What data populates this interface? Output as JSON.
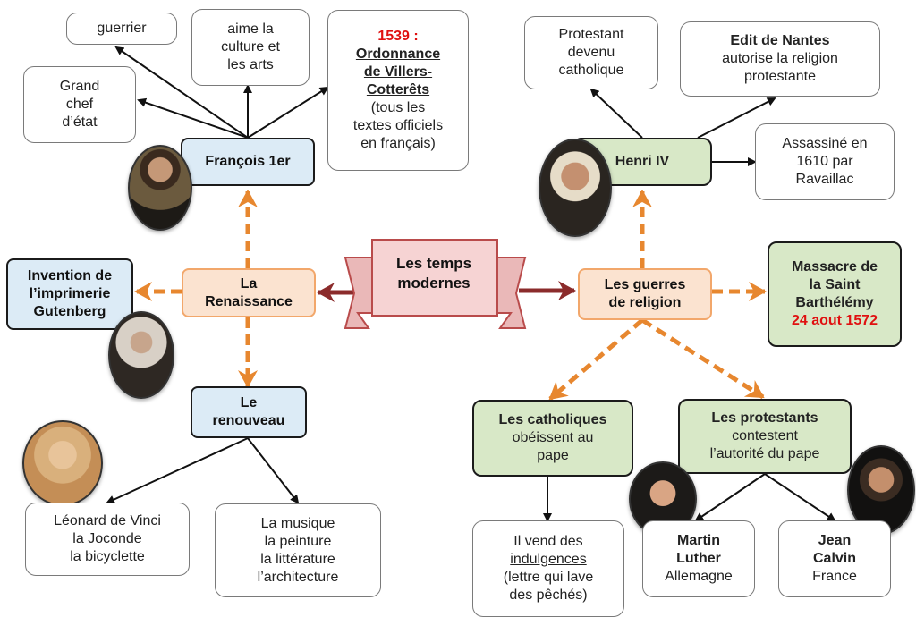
{
  "colors": {
    "orange": "#e7872f",
    "maroon": "#8b2b2b",
    "banner_fill": "#f6d3d3",
    "banner_stroke": "#b94b4b",
    "blue": "#dcebf6",
    "green": "#d8e8c7",
    "peach": "#fbe3d0",
    "date_red": "#e01010"
  },
  "center": {
    "line1": "Les temps",
    "line2": "modernes"
  },
  "renaissance": {
    "label_1": "La",
    "label_2": "Renaissance",
    "imprimerie": [
      "Invention de",
      "l’imprimerie",
      "Gutenberg"
    ],
    "renouveau": [
      "Le",
      "renouveau"
    ],
    "leonard": [
      "Léonard de Vinci",
      "la Joconde",
      "la bicyclette"
    ],
    "arts": [
      "La musique",
      "la peinture",
      "la littérature",
      "l’architecture"
    ]
  },
  "francois": {
    "name": "François 1er",
    "guerrier": "guerrier",
    "culture": [
      "aime la",
      "culture et",
      "les arts"
    ],
    "chef": [
      "Grand",
      "chef",
      "d’état"
    ],
    "ordonnance": {
      "year": "1539 :",
      "title": [
        "Ordonnance",
        "de Villers-",
        "Cotterêts"
      ],
      "detail": [
        "(tous les",
        "textes officiels",
        "en français)"
      ]
    }
  },
  "guerres": {
    "label_1": "Les guerres",
    "label_2": "de religion",
    "henri": "Henri IV",
    "converti": [
      "Protestant",
      "devenu",
      "catholique"
    ],
    "edit": {
      "title": "Edit de Nantes",
      "text": [
        "autorise la religion",
        "protestante"
      ]
    },
    "assassin": [
      "Assassiné en",
      "1610 par",
      "Ravaillac"
    ],
    "massacre": {
      "title": [
        "Massacre de",
        "la Saint",
        "Barthélémy"
      ],
      "date": "24 aout 1572"
    },
    "catholiques": {
      "title": "Les catholiques",
      "text": [
        "obéissent au",
        "pape"
      ]
    },
    "protestants": {
      "title": "Les protestants",
      "text": [
        "contestent",
        "l’autorité du pape"
      ]
    },
    "indulgences": {
      "line1": "Il vend des",
      "link": "indulgences",
      "rest": [
        "(lettre qui lave",
        "des pêchés)"
      ]
    },
    "luther": {
      "name": [
        "Martin",
        "Luther"
      ],
      "country": "Allemagne"
    },
    "calvin": {
      "name": [
        "Jean",
        "Calvin"
      ],
      "country": "France"
    }
  },
  "portraits": [
    "portrait-francois",
    "portrait-gutenberg",
    "portrait-leonard",
    "portrait-henri",
    "portrait-luther",
    "portrait-calvin"
  ]
}
